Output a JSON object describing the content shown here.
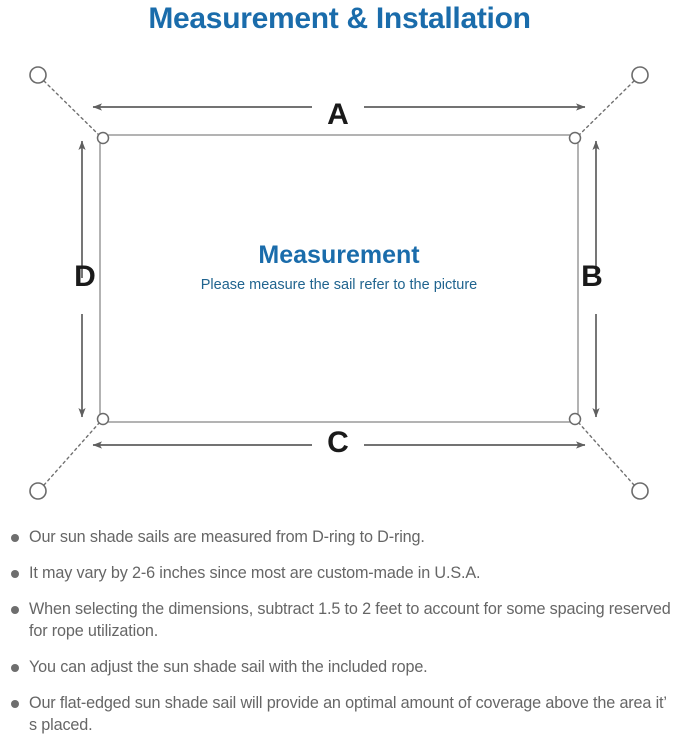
{
  "page": {
    "title": "Measurement & Installation",
    "background_color": "#ffffff"
  },
  "colors": {
    "title_blue": "#1a6cab",
    "subtitle_blue": "#20648f",
    "arrow_gray": "#5f5f5f",
    "sail_outline_gray": "#9a9a9a",
    "ring_gray": "#6b6b6b",
    "dashed_gray": "#707070",
    "bullet_text_gray": "#666666",
    "label_black": "#1a1a1a"
  },
  "diagram": {
    "name": "sun-shade-sail-measurement-diagram",
    "center_title": "Measurement",
    "center_subtitle": "Please measure the sail refer to the picture",
    "dimension_labels": [
      {
        "id": "A",
        "label": "A",
        "edge": "top",
        "name": "dimension-label-a"
      },
      {
        "id": "B",
        "label": "B",
        "edge": "right",
        "name": "dimension-label-b"
      },
      {
        "id": "C",
        "label": "C",
        "edge": "bottom",
        "name": "dimension-label-c"
      },
      {
        "id": "D",
        "label": "D",
        "edge": "left",
        "name": "dimension-label-d"
      }
    ],
    "anchor_points": [
      {
        "name": "anchor-point-top-left",
        "position": "top-left"
      },
      {
        "name": "anchor-point-top-right",
        "position": "top-right"
      },
      {
        "name": "anchor-point-bottom-left",
        "position": "bottom-left"
      },
      {
        "name": "anchor-point-bottom-right",
        "position": "bottom-right"
      }
    ],
    "d_rings": [
      {
        "name": "d-ring-top-left",
        "position": "top-left"
      },
      {
        "name": "d-ring-top-right",
        "position": "top-right"
      },
      {
        "name": "d-ring-bottom-left",
        "position": "bottom-left"
      },
      {
        "name": "d-ring-bottom-right",
        "position": "bottom-right"
      }
    ]
  },
  "notes": {
    "bullets": [
      "Our sun shade sails are measured from D-ring to D-ring.",
      "It may vary by 2-6 inches since most are custom-made in U.S.A.",
      "When selecting the dimensions, subtract 1.5 to 2 feet to account for some spacing reserved for rope utilization.",
      "You can adjust the sun shade sail with the included rope.",
      "Our flat-edged sun shade sail will provide an optimal amount of coverage above the area it’ s placed."
    ]
  }
}
